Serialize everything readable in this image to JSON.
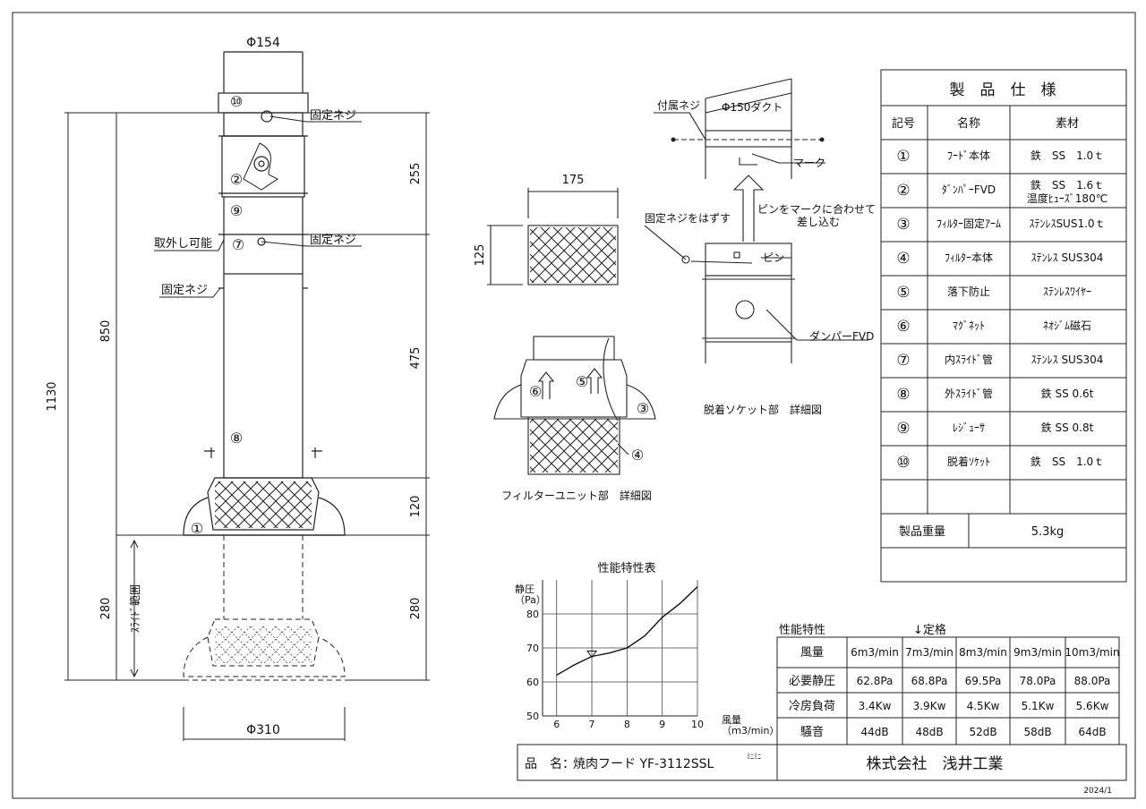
{
  "drawing": {
    "dims": {
      "top_dia": "Φ154",
      "bottom_dia": "Φ310",
      "h_total": "1130",
      "h_850": "850",
      "h_280_left": "280",
      "r_255": "255",
      "r_475": "475",
      "r_120": "120",
      "r_280": "280",
      "filter_w": "175",
      "filter_h": "125"
    },
    "labels": {
      "fixing_screw": "固定ネジ",
      "removable": "取外し可能",
      "slide_range": "ｽﾗｲﾄﾞ範囲",
      "attached_screw": "付属ネジ",
      "duct": "Φ150ダクト",
      "mark": "マーク",
      "remove_screw": "固定ネジをはずす",
      "insert_note_1": "ピンをマークに合わせて",
      "insert_note_2": "差し込む",
      "pin": "ピン",
      "damper": "ダンパーFVD",
      "socket_caption": "脱着ソケット部　詳細図",
      "filter_caption": "フィルターユニット部　詳細図"
    },
    "markers": {
      "n1": "①",
      "n2": "②",
      "n3": "③",
      "n4": "④",
      "n5": "⑤",
      "n6": "⑥",
      "n7": "⑦",
      "n8": "⑧",
      "n9": "⑨",
      "n10": "⑩"
    }
  },
  "spec_table": {
    "title": "製　品　仕　様",
    "headers": [
      "記号",
      "名称",
      "素材"
    ],
    "rows": [
      {
        "no": "①",
        "name": "ﾌｰﾄﾞ本体",
        "material": "鉄　SS　1.0ｔ"
      },
      {
        "no": "②",
        "name": "ﾀﾞﾝﾊﾟｰFVD",
        "material": "鉄　SS　1.6ｔ",
        "material2": "温度ﾋｭｰｽﾞ180℃"
      },
      {
        "no": "③",
        "name": "ﾌｨﾙﾀｰ固定ｱｰﾑ",
        "material": "ｽﾃﾝﾚｽSUS1.0ｔ"
      },
      {
        "no": "④",
        "name": "ﾌｨﾙﾀｰ本体",
        "material": "ｽﾃﾝﾚｽ SUS304"
      },
      {
        "no": "⑤",
        "name": "落下防止",
        "material": "ｽﾃﾝﾚｽﾜｲﾔｰ"
      },
      {
        "no": "⑥",
        "name": "ﾏｸﾞﾈｯﾄ",
        "material": "ﾈｵｼﾞﾑ磁石"
      },
      {
        "no": "⑦",
        "name": "内ｽﾗｲﾄﾞ管",
        "material": "ｽﾃﾝﾚｽ SUS304"
      },
      {
        "no": "⑧",
        "name": "外ｽﾗｲﾄﾞ管",
        "material": "鉄 SS 0.6t"
      },
      {
        "no": "⑨",
        "name": "ﾚｼﾞｭｰｻ",
        "material": "鉄 SS 0.8t"
      },
      {
        "no": "⑩",
        "name": "脱着ｿｹｯﾄ",
        "material": "鉄　SS　1.0ｔ"
      }
    ],
    "weight_label": "製品重量",
    "weight_value": "5.3kg"
  },
  "perf_table": {
    "title": "性能特性",
    "rated_marker": "↓定格",
    "headers": [
      "風量",
      "6m3/min",
      "7m3/min",
      "8m3/min",
      "9m3/min",
      "10m3/min"
    ],
    "rows": [
      {
        "label": "必要静圧",
        "values": [
          "62.8Pa",
          "68.8Pa",
          "69.5Pa",
          "78.0Pa",
          "88.0Pa"
        ]
      },
      {
        "label": "冷房負荷",
        "values": [
          "3.4Kw",
          "3.9Kw",
          "4.5Kw",
          "5.1Kw",
          "5.6Kw"
        ]
      },
      {
        "label": "騒音",
        "values": [
          "44dB",
          "48dB",
          "52dB",
          "58dB",
          "64dB"
        ]
      }
    ]
  },
  "chart_data": {
    "type": "line",
    "title": "性能特性表",
    "ylabel": "静圧",
    "yunit": "（Pa）",
    "xlabel": "風量",
    "xunit": "（ｍ3/min）",
    "xlim": [
      5.6,
      10
    ],
    "ylim": [
      50,
      90
    ],
    "xticks": [
      6,
      7,
      8,
      9,
      10
    ],
    "yticks": [
      50,
      60,
      70,
      80
    ],
    "rated_x": 7,
    "x": [
      6,
      6.5,
      7,
      7.5,
      8,
      8.5,
      9,
      9.5,
      10
    ],
    "y": [
      62,
      65,
      67.5,
      68.5,
      70,
      73.5,
      79,
      83,
      88
    ],
    "grid": true
  },
  "title_block": {
    "product_label": "品　名：",
    "product_name": "焼肉フード YF-3112SSL",
    "product_suffix": "ﾐﾆﾐﾆ",
    "company": "株式会社　浅井工業",
    "date": "2024/1"
  }
}
